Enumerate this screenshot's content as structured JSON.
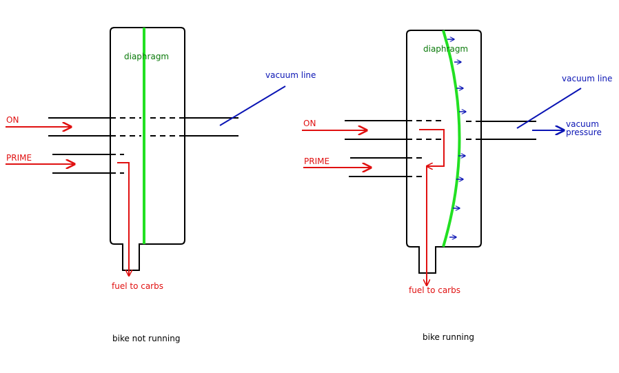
{
  "colors": {
    "outline": "#000000",
    "diaphragm": "#22e022",
    "fuel": "#e01010",
    "vacuum": "#0a14b4",
    "caption": "#000000"
  },
  "left": {
    "diaphragm_label": "diaphragm",
    "vacuum_label": "vacuum line",
    "on_label": "ON",
    "prime_label": "PRIME",
    "fuel_label": "fuel to carbs",
    "caption": "bike not running"
  },
  "right": {
    "diaphragm_label": "diaphragm",
    "vacuum_label": "vacuum line",
    "vacuum_pressure_label_1": "vacuum",
    "vacuum_pressure_label_2": "pressure",
    "on_label": "ON",
    "prime_label": "PRIME",
    "fuel_label": "fuel to carbs",
    "caption": "bike running"
  }
}
